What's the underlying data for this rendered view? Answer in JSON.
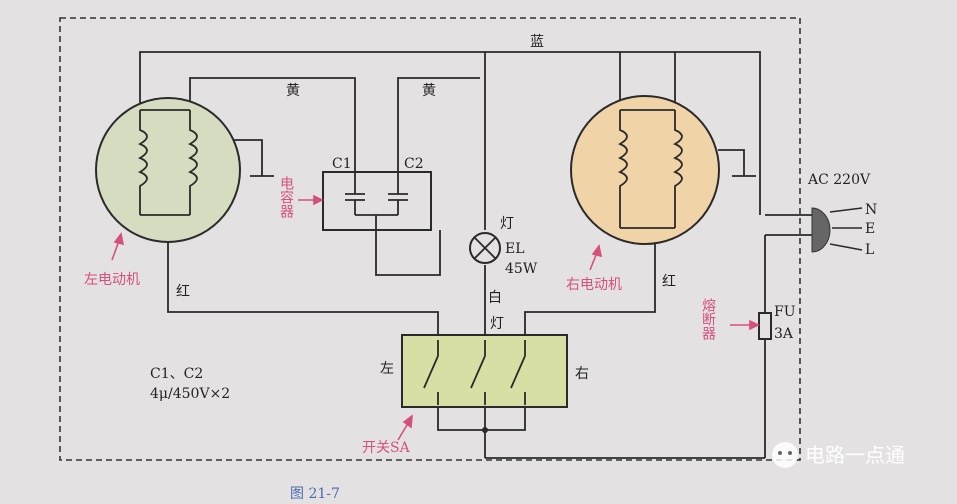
{
  "labels": {
    "blue_wire": "蓝",
    "yellow_left": "黄",
    "yellow_right": "黄",
    "cap_c1": "C1",
    "cap_c2": "C2",
    "capacitor_caption": "电容器",
    "lamp_top": "灯",
    "lamp_ref": "EL",
    "lamp_power": "45W",
    "white_wire": "白",
    "lamp_wire": "灯",
    "left_motor_caption": "左电动机",
    "right_motor_caption": "右电动机",
    "red_left": "红",
    "red_right": "红",
    "ac_supply": "AC 220V",
    "plug_n": "N",
    "plug_e": "E",
    "plug_l": "L",
    "fuse_caption": "熔断器",
    "fuse_ref": "FU",
    "fuse_rating": "3A",
    "switch_left": "左",
    "switch_right": "右",
    "switch_caption": "开关SA",
    "spec_line1": "C1、C2",
    "spec_line2": "4μ/450V×2",
    "watermark": "电路一点通",
    "figure_caption": "图 21-7"
  },
  "colors": {
    "background": "#e4e1e2",
    "wire": "#2a2a2a",
    "motor_left_fill": "#d6dcc0",
    "motor_right_fill": "#f1d3a8",
    "switch_fill": "#d8dfa4",
    "callout": "#d6507c",
    "caption_blue": "#4a6bb0"
  }
}
